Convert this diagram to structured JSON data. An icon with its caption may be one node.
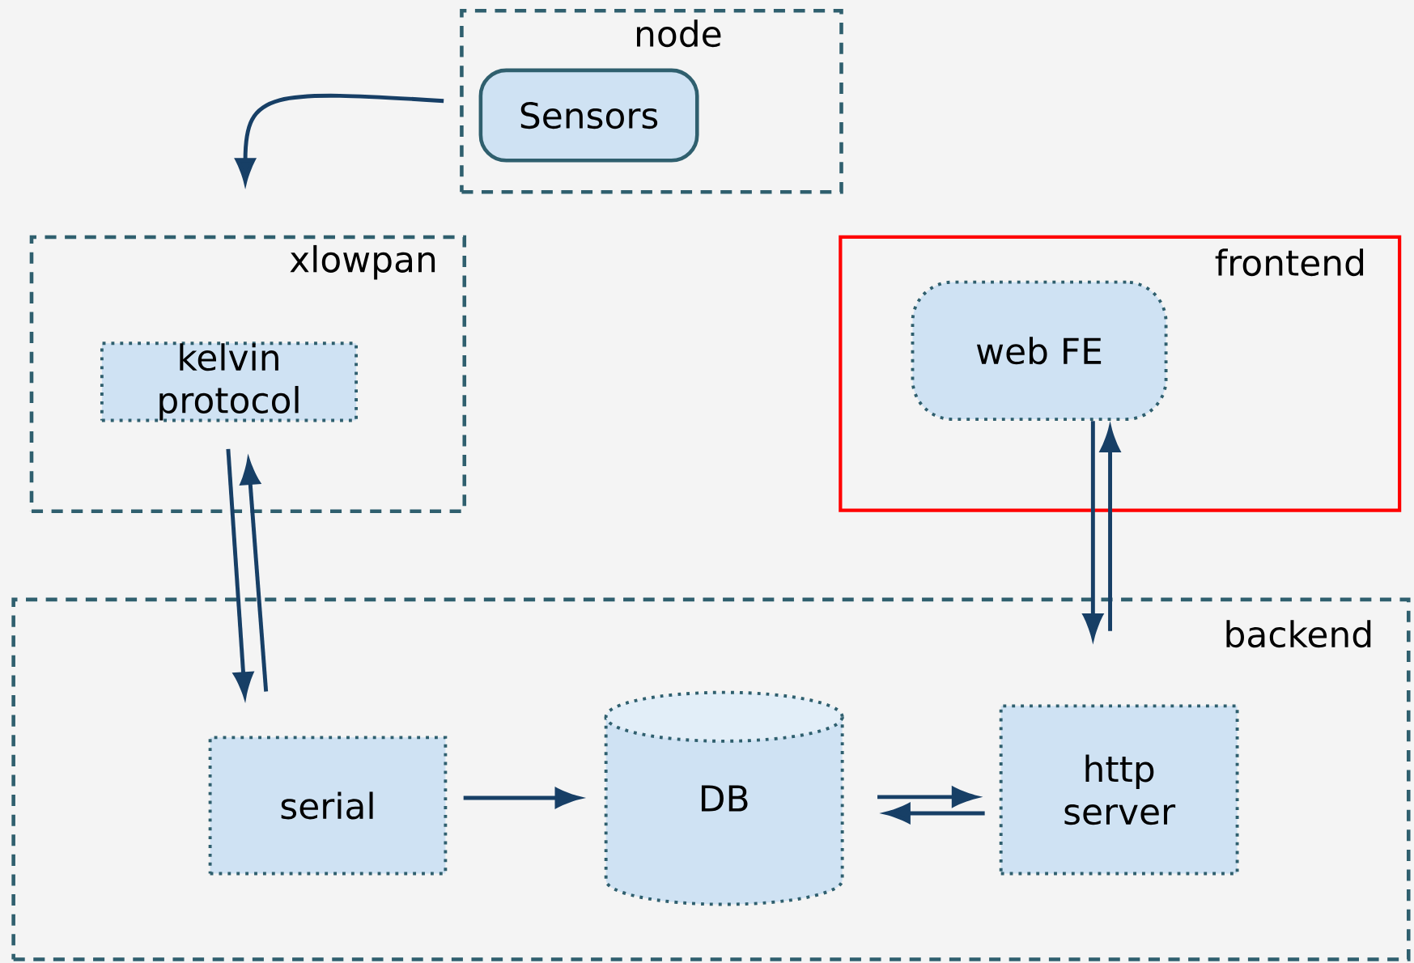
{
  "diagram": {
    "nodes": [
      {
        "text": [
          "node"
        ]
      },
      {
        "text": [
          "Sensors"
        ],
        "in": 0
      },
      {
        "text": [
          "xlowpan"
        ]
      },
      {
        "text": [
          "kelvin protocol"
        ],
        "in": 2
      },
      {
        "text": [
          "frontend"
        ]
      },
      {
        "text": [
          "web FE"
        ],
        "in": 4
      },
      {
        "text": [
          "backend"
        ]
      },
      {
        "text": [
          "serial"
        ],
        "in": 6
      },
      {
        "text": [
          "DB"
        ],
        "in": 6
      },
      {
        "text": [
          "http server"
        ],
        "in": 6
      }
    ],
    "edges": [
      {
        "from": 0,
        "to": 2,
        "arrow": "to"
      },
      {
        "from": 3,
        "to": 7,
        "arrow": "to"
      },
      {
        "from": 7,
        "to": 3,
        "arrow": "to"
      },
      {
        "from": 7,
        "to": 8,
        "arrow": "to"
      },
      {
        "from": 8,
        "to": 9,
        "arrow": "to"
      },
      {
        "from": 9,
        "to": 8,
        "arrow": "to"
      },
      {
        "from": 5,
        "to": 9,
        "arrow": "to"
      },
      {
        "from": 9,
        "to": 5,
        "arrow": "to"
      }
    ]
  }
}
